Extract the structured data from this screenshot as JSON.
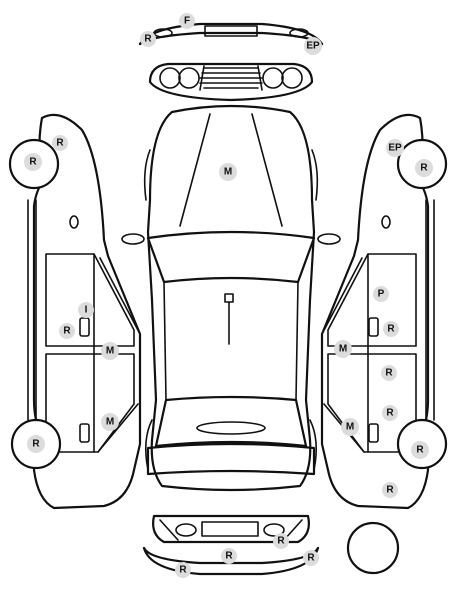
{
  "diagram": {
    "labels": {
      "front_bumper_top": "F",
      "front_bumper_left": "R",
      "front_bumper_right": "EP",
      "left_front_wheel": "R",
      "left_front_fender": "R",
      "right_front_fender": "EP",
      "right_front_wheel": "R",
      "hood": "M",
      "left_front_door_i": "I",
      "left_front_door_r": "R",
      "left_door_seam": "M",
      "left_rear_door": "M",
      "left_rear_wheel": "R",
      "right_front_door_p": "P",
      "right_front_door_r": "R",
      "right_door_seam": "M",
      "right_rear_door_top": "R",
      "right_rear_door_mid": "R",
      "right_rear_door_m": "M",
      "right_rear_wheel": "R",
      "right_rear_quarter": "R",
      "rear_bumper_r1": "R",
      "rear_bumper_r2": "R",
      "rear_bumper_r3": "R",
      "rear_bumper_r4": "R"
    }
  }
}
